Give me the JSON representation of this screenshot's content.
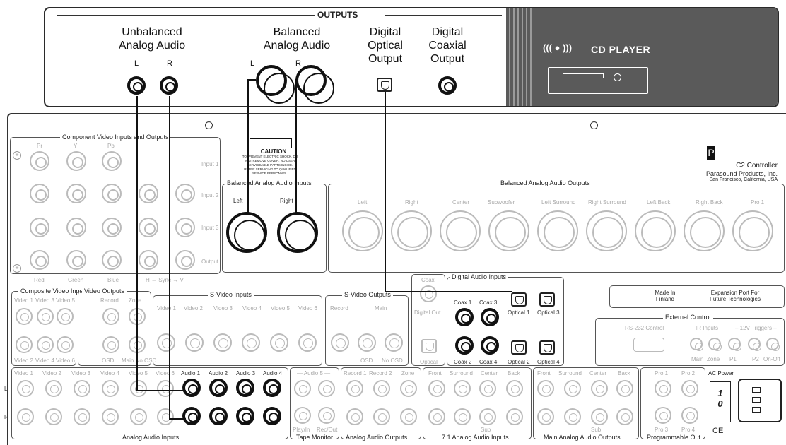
{
  "cd_player": {
    "outputs_title": "OUTPUTS",
    "unbalanced_label": "Unbalanced\nAnalog Audio",
    "balanced_label": "Balanced\nAnalog Audio",
    "optical_label": "Digital\nOptical\nOutput",
    "coaxial_label": "Digital\nCoaxial\nOutput",
    "left": "L",
    "right": "R",
    "device_title": "CD PLAYER",
    "logo_glyph": "((( ● )))"
  },
  "controller": {
    "logo": "P",
    "name": "C2 Controller",
    "company": "Parasound Products, Inc.",
    "location": "San Francisco, California, USA",
    "caution_title": "CAUTION",
    "caution_text": "TO PREVENT ELECTRIC SHOCK, DO NOT REMOVE COVER. NO USER SERVICEABLE PARTS INSIDE. REFER SERVICING TO QUALIFIED SERVICE PERSONNEL.",
    "made_in": "Made In\nFinland",
    "expansion": "Expansion Port For\nFuture Technologies",
    "ac_power": "AC Power",
    "switch_on": "1",
    "switch_off": "0",
    "ce": "CE"
  },
  "groups": {
    "component": {
      "title": "Component Video Inputs and Outputs",
      "cols": [
        "Pr",
        "Y",
        "Pb"
      ],
      "rows": [
        "Input 1",
        "Input 2",
        "Input 3",
        "Output"
      ],
      "bottom": [
        "Red",
        "Green",
        "Blue"
      ],
      "sync": "H ← Sync → V"
    },
    "bal_in": {
      "title": "Balanced Analog Audio Inputs",
      "left": "Left",
      "right": "Right"
    },
    "bal_out": {
      "title": "Balanced Analog Audio Outputs",
      "channels": [
        "Left",
        "Right",
        "Center",
        "Subwoofer",
        "Left Surround",
        "Right Surround",
        "Left Back",
        "Right Back",
        "Pro 1"
      ]
    },
    "composite": {
      "title": "Composite Video Inputs",
      "top": [
        "Video 1",
        "Video 3",
        "Video 5"
      ],
      "bottom": [
        "Video 2",
        "Video 4",
        "Video 6"
      ]
    },
    "video_out": {
      "title": "Video Outputs",
      "top": [
        "Record",
        "Zone"
      ],
      "bottom": [
        "OSD",
        "Main No OSD"
      ]
    },
    "svideo_in": {
      "title": "S-Video Inputs",
      "labels": [
        "Video 1",
        "Video 2",
        "Video 3",
        "Video 4",
        "Video 5",
        "Video 6"
      ]
    },
    "svideo_out": {
      "title": "S-Video Outputs",
      "top": [
        "Record",
        "Main"
      ],
      "bottom": [
        "OSD",
        "No OSD"
      ]
    },
    "digital_out": {
      "coax": "Coax",
      "title": "Digital Out",
      "optical": "Optical"
    },
    "digital_in": {
      "title": "Digital Audio Inputs",
      "coax": [
        "Coax 1",
        "Coax 3",
        "Coax 2",
        "Coax 4"
      ],
      "optical": [
        "Optical 1",
        "Optical 3",
        "Optical 2",
        "Optical 4"
      ]
    },
    "external": {
      "title": "External Control",
      "rs232": "RS-232 Control",
      "ir": "IR Inputs",
      "triggers": "– 12V Triggers –",
      "bottom": [
        "Main",
        "Zone",
        "P1",
        "P2",
        "On-Off"
      ]
    },
    "analog_in": {
      "title": "Analog Audio Inputs",
      "labels": [
        "Video 1",
        "Video 2",
        "Video 3",
        "Video 4",
        "Video 5",
        "Video 6",
        "Audio 1",
        "Audio 2",
        "Audio 3",
        "Audio 4"
      ],
      "left": "L",
      "right": "R"
    },
    "tape": {
      "title": "Tape Monitor",
      "top": "— Audio 5 —",
      "bottom": [
        "Play/In",
        "Rec/Out"
      ]
    },
    "analog_out": {
      "title": "Analog Audio Outputs",
      "labels": [
        "Record 1",
        "Record 2",
        "Zone"
      ]
    },
    "seven_one": {
      "title": "7.1 Analog Audio Inputs",
      "labels": [
        "Front",
        "Surround",
        "Center",
        "Back"
      ],
      "sub": "Sub"
    },
    "main_out": {
      "title": "Main Analog Audio Outputs",
      "labels": [
        "Front",
        "Surround",
        "Center",
        "Back"
      ],
      "sub": "Sub"
    },
    "prog": {
      "title": "Programmable Out",
      "top": [
        "Pro 1",
        "Pro 2"
      ],
      "bottom": [
        "Pro 3",
        "Pro 4"
      ]
    }
  }
}
